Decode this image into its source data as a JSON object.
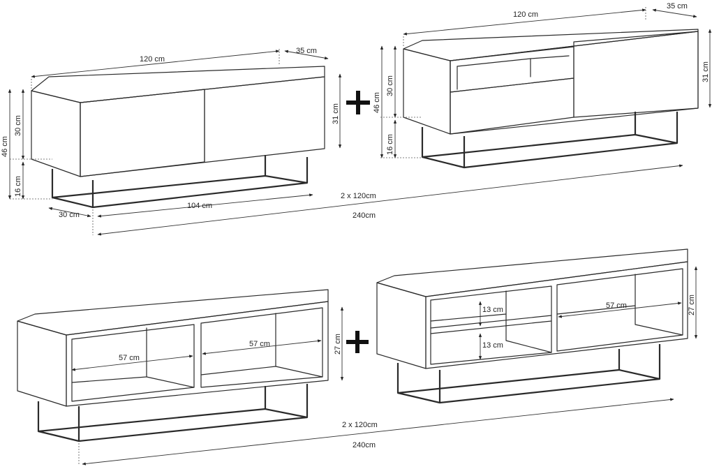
{
  "labels": {
    "top_left_width": "120 cm",
    "top_left_depth": "35 cm",
    "top_left_height_total": "46 cm",
    "top_left_height_body": "30 cm",
    "top_left_height_legs": "16 cm",
    "top_left_height_front": "31 cm",
    "top_left_leg_depth": "30 cm",
    "top_left_leg_width": "104 cm",
    "top_right_width": "120 cm",
    "top_right_depth": "35 cm",
    "top_right_height_total": "46 cm",
    "top_right_height_body": "30 cm",
    "top_right_height_legs": "16 cm",
    "top_right_height_front": "31 cm",
    "top_combined": "2 x 120cm",
    "top_total": "240cm",
    "bottom_left_shelf_a": "57 cm",
    "bottom_left_shelf_b": "57 cm",
    "bottom_left_height": "27 cm",
    "bottom_right_shelf_upper": "13 cm",
    "bottom_right_shelf_lower": "13 cm",
    "bottom_right_shelf_width": "57 cm",
    "bottom_right_height": "27 cm",
    "bottom_combined": "2 x 120cm",
    "bottom_total": "240cm"
  }
}
